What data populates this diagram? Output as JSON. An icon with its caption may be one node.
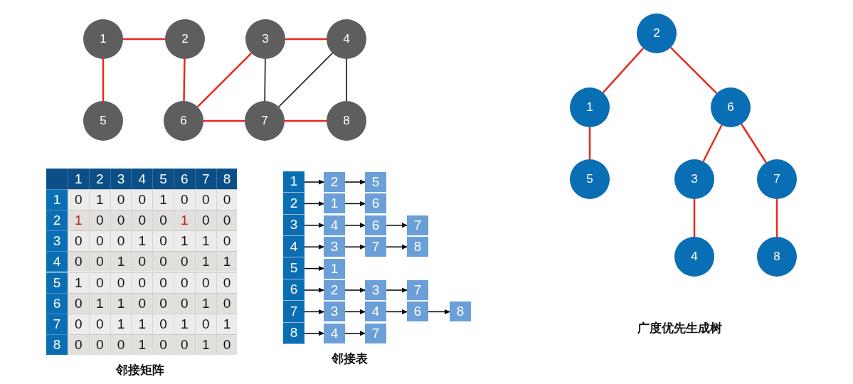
{
  "diagram": {
    "nodes": [
      {
        "text": [
          "1"
        ]
      },
      {
        "text": [
          "2"
        ]
      },
      {
        "text": [
          "3"
        ]
      },
      {
        "text": [
          "4"
        ]
      },
      {
        "text": [
          "5"
        ]
      },
      {
        "text": [
          "6"
        ]
      },
      {
        "text": [
          "7"
        ]
      },
      {
        "text": [
          "8"
        ]
      },
      {
        "text": [
          "2"
        ]
      },
      {
        "text": [
          "1"
        ]
      },
      {
        "text": [
          "6"
        ]
      },
      {
        "text": [
          "5"
        ]
      },
      {
        "text": [
          "3"
        ]
      },
      {
        "text": [
          "7"
        ]
      },
      {
        "text": [
          "4"
        ]
      },
      {
        "text": [
          "8"
        ]
      },
      {
        "text": [
          "1"
        ]
      },
      {
        "text": [
          "2"
        ]
      },
      {
        "text": [
          "5"
        ]
      },
      {
        "text": [
          "2"
        ]
      },
      {
        "text": [
          "1"
        ]
      },
      {
        "text": [
          "6"
        ]
      },
      {
        "text": [
          "3"
        ]
      },
      {
        "text": [
          "4"
        ]
      },
      {
        "text": [
          "6"
        ]
      },
      {
        "text": [
          "7"
        ]
      },
      {
        "text": [
          "4"
        ]
      },
      {
        "text": [
          "3"
        ]
      },
      {
        "text": [
          "7"
        ]
      },
      {
        "text": [
          "8"
        ]
      },
      {
        "text": [
          "5"
        ]
      },
      {
        "text": [
          "1"
        ]
      },
      {
        "text": [
          "6"
        ]
      },
      {
        "text": [
          "2"
        ]
      },
      {
        "text": [
          "3"
        ]
      },
      {
        "text": [
          "7"
        ]
      },
      {
        "text": [
          "7"
        ]
      },
      {
        "text": [
          "3"
        ]
      },
      {
        "text": [
          "4"
        ]
      },
      {
        "text": [
          "6"
        ]
      },
      {
        "text": [
          "8"
        ]
      },
      {
        "text": [
          "8"
        ]
      },
      {
        "text": [
          "4"
        ]
      },
      {
        "text": [
          "7"
        ]
      }
    ],
    "edges": [
      {
        "from": 0,
        "to": 1,
        "arrow": "none",
        "color": "#e8291c"
      },
      {
        "from": 0,
        "to": 4,
        "arrow": "none",
        "color": "#e8291c"
      },
      {
        "from": 1,
        "to": 5,
        "arrow": "none",
        "color": "#e8291c"
      },
      {
        "from": 2,
        "to": 3,
        "arrow": "none",
        "color": "#e8291c"
      },
      {
        "from": 2,
        "to": 5,
        "arrow": "none",
        "color": "#e8291c"
      },
      {
        "from": 2,
        "to": 6,
        "arrow": "none"
      },
      {
        "from": 3,
        "to": 6,
        "arrow": "none"
      },
      {
        "from": 3,
        "to": 7,
        "arrow": "none"
      },
      {
        "from": 5,
        "to": 6,
        "arrow": "none",
        "color": "#e8291c"
      },
      {
        "from": 6,
        "to": 7,
        "arrow": "none",
        "color": "#e8291c"
      },
      {
        "from": 8,
        "to": 9,
        "arrow": "none",
        "color": "#e8291c"
      },
      {
        "from": 8,
        "to": 10,
        "arrow": "none",
        "color": "#e8291c"
      },
      {
        "from": 9,
        "to": 11,
        "arrow": "none",
        "color": "#e8291c"
      },
      {
        "from": 10,
        "to": 12,
        "arrow": "none",
        "color": "#e8291c"
      },
      {
        "from": 10,
        "to": 13,
        "arrow": "none",
        "color": "#e8291c"
      },
      {
        "from": 12,
        "to": 14,
        "arrow": "none",
        "color": "#e8291c"
      },
      {
        "from": 13,
        "to": 15,
        "arrow": "none",
        "color": "#e8291c"
      },
      {
        "from": 16,
        "to": 17,
        "arrow": "to"
      },
      {
        "from": 17,
        "to": 18,
        "arrow": "to"
      },
      {
        "from": 19,
        "to": 20,
        "arrow": "to"
      },
      {
        "from": 20,
        "to": 21,
        "arrow": "to"
      },
      {
        "from": 22,
        "to": 23,
        "arrow": "to"
      },
      {
        "from": 23,
        "to": 24,
        "arrow": "to"
      },
      {
        "from": 24,
        "to": 25,
        "arrow": "to"
      },
      {
        "from": 26,
        "to": 27,
        "arrow": "to"
      },
      {
        "from": 27,
        "to": 28,
        "arrow": "to"
      },
      {
        "from": 28,
        "to": 29,
        "arrow": "to"
      },
      {
        "from": 30,
        "to": 31,
        "arrow": "to"
      },
      {
        "from": 32,
        "to": 33,
        "arrow": "to"
      },
      {
        "from": 33,
        "to": 34,
        "arrow": "to"
      },
      {
        "from": 34,
        "to": 35,
        "arrow": "to"
      },
      {
        "from": 36,
        "to": 37,
        "arrow": "to"
      },
      {
        "from": 37,
        "to": 38,
        "arrow": "to"
      },
      {
        "from": 38,
        "to": 39,
        "arrow": "to"
      },
      {
        "from": 39,
        "to": 40,
        "arrow": "to"
      },
      {
        "from": 41,
        "to": 42,
        "arrow": "to"
      },
      {
        "from": 42,
        "to": 43,
        "arrow": "to"
      }
    ],
    "labels": [
      "1",
      "2",
      "3",
      "4",
      "5",
      "6",
      "7",
      "8",
      "1",
      "0",
      "1",
      "0",
      "0",
      "1",
      "0",
      "0",
      "0",
      "2",
      "1",
      "0",
      "0",
      "0",
      "0",
      "1",
      "0",
      "0",
      "3",
      "0",
      "0",
      "0",
      "1",
      "0",
      "1",
      "1",
      "0",
      "4",
      "0",
      "0",
      "1",
      "0",
      "0",
      "0",
      "1",
      "1",
      "5",
      "1",
      "0",
      "0",
      "0",
      "0",
      "0",
      "0",
      "0",
      "6",
      "0",
      "1",
      "1",
      "0",
      "0",
      "0",
      "1",
      "0",
      "7",
      "0",
      "0",
      "1",
      "1",
      "0",
      "1",
      "0",
      "1",
      "8",
      "0",
      "0",
      "0",
      "1",
      "0",
      "0",
      "1",
      "0",
      "邻接矩阵",
      "邻接表",
      "广度优先生成树"
    ]
  }
}
